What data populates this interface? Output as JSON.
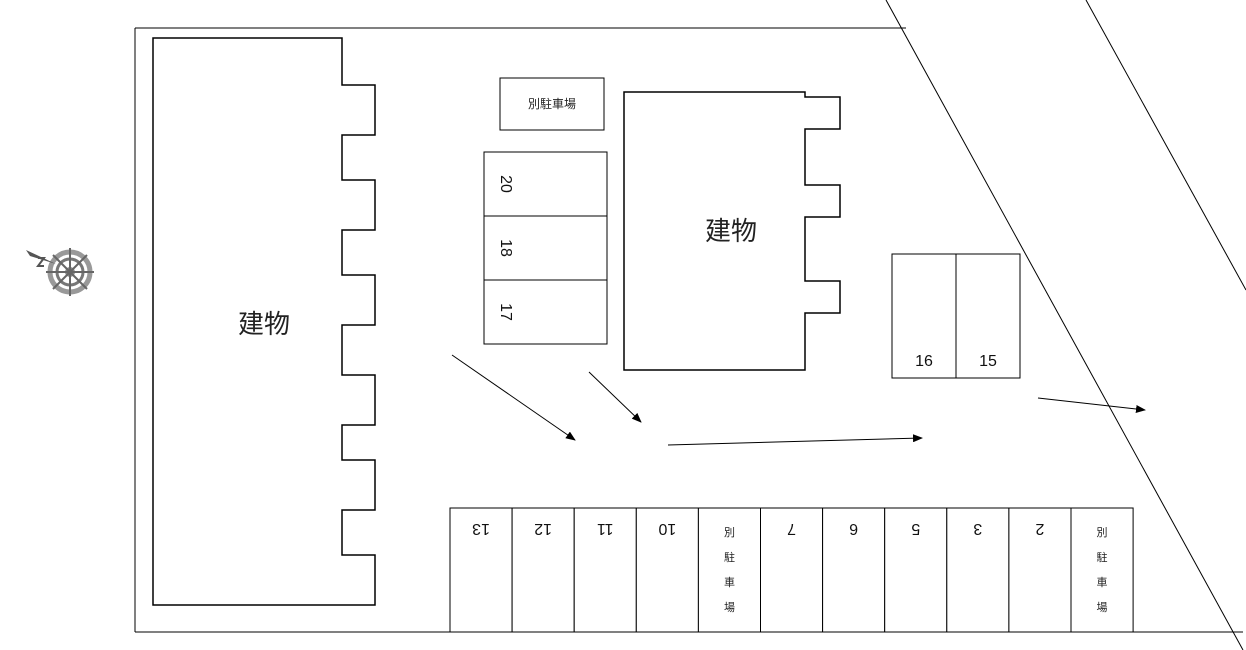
{
  "building_label": "建物",
  "separate_parking_label": "別駐車場",
  "separate_parking_chars": [
    "別",
    "駐",
    "車",
    "場"
  ],
  "rotated_stalls": [
    "20",
    "18",
    "17"
  ],
  "side_stalls": [
    "16",
    "15"
  ],
  "bottom_row": [
    {
      "type": "number",
      "label": "13"
    },
    {
      "type": "number",
      "label": "12"
    },
    {
      "type": "number",
      "label": "11"
    },
    {
      "type": "number",
      "label": "10"
    },
    {
      "type": "separate",
      "label": "別駐車場"
    },
    {
      "type": "number",
      "label": "7"
    },
    {
      "type": "number",
      "label": "6"
    },
    {
      "type": "number",
      "label": "5"
    },
    {
      "type": "number",
      "label": "3"
    },
    {
      "type": "number",
      "label": "2"
    },
    {
      "type": "separate",
      "label": "別駐車場"
    }
  ],
  "compass_icon": "compass-rose-icon"
}
